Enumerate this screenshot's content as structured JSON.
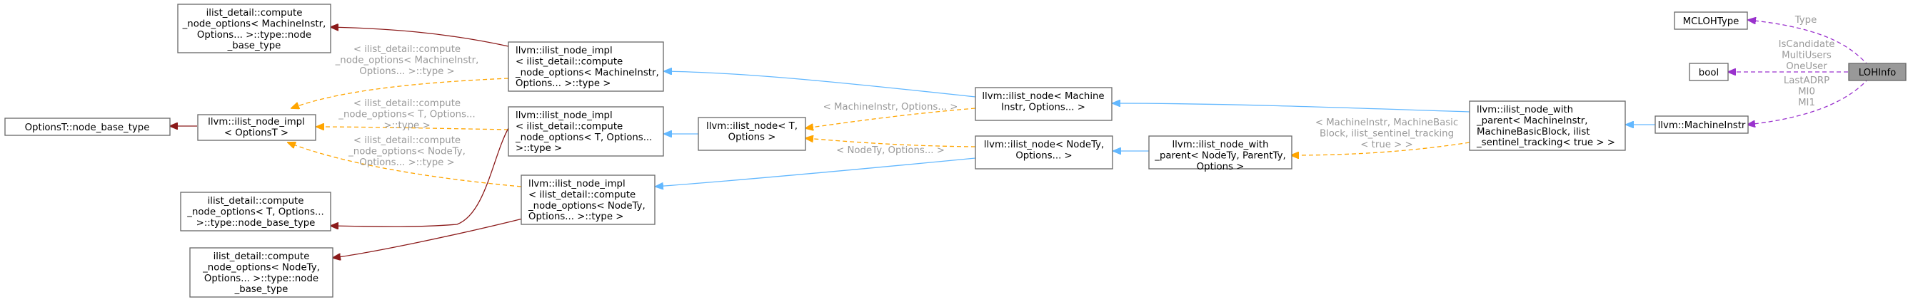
{
  "nodes": {
    "loh_info": [
      "LOHInfo"
    ],
    "mcloh_type": [
      "MCLOHType"
    ],
    "bool_type": [
      "bool"
    ],
    "machine_instr": [
      "llvm::MachineInstr"
    ],
    "node_with_parent_mi": [
      "llvm::ilist_node_with",
      "_parent< MachineInstr,",
      "MachineBasicBlock, ilist",
      "_sentinel_tracking< true > >"
    ],
    "node_with_parent_generic": [
      "llvm::ilist_node_with",
      "_parent< NodeTy, ParentTy,",
      "Options >"
    ],
    "ilist_node_mi": [
      "llvm::ilist_node< Machine",
      "Instr, Options... >"
    ],
    "ilist_node_nodety": [
      "llvm::ilist_node< NodeTy,",
      "Options... >"
    ],
    "ilist_node_t": [
      "llvm::ilist_node< T,",
      "Options >"
    ],
    "node_impl_mi": [
      "llvm::ilist_node_impl",
      "< ilist_detail::compute",
      "_node_options< MachineInstr,",
      "Options... >::type >"
    ],
    "node_impl_t": [
      "llvm::ilist_node_impl",
      "< ilist_detail::compute",
      "_node_options< T, Options...",
      ">::type >"
    ],
    "node_impl_nodety": [
      "llvm::ilist_node_impl",
      "< ilist_detail::compute",
      "_node_options< NodeTy,",
      "Options... >::type >"
    ],
    "node_impl_optionst": [
      "llvm::ilist_node_impl",
      "< OptionsT >"
    ],
    "optionst_base": [
      "OptionsT::node_base_type"
    ],
    "compute_mi_base": [
      "ilist_detail::compute",
      "_node_options< MachineInstr,",
      "Options... >::type::node",
      "_base_type"
    ],
    "compute_t_base": [
      "ilist_detail::compute",
      "_node_options< T, Options...",
      ">::type::node_base_type"
    ],
    "compute_nodety_base": [
      "ilist_detail::compute",
      "_node_options< NodeTy,",
      "Options... >::type::node",
      "_base_type"
    ]
  },
  "edge_labels": {
    "type_member": [
      "Type"
    ],
    "bool_members": [
      "IsCandidate",
      "MultiUsers",
      "OneUser"
    ],
    "mi_members": [
      "LastADRP",
      "MI0",
      "MI1"
    ],
    "tmpl_mi_basic": [
      "< MachineInstr, MachineBasic",
      "Block, ilist_sentinel_tracking",
      "< true > >"
    ],
    "tmpl_mi_options": [
      "< MachineInstr, Options... >"
    ],
    "tmpl_nodety_options": [
      "< NodeTy, Options... >"
    ],
    "tmpl_compute_mi": [
      "< ilist_detail::compute",
      "_node_options< MachineInstr,",
      "Options... >::type >"
    ],
    "tmpl_compute_t": [
      "< ilist_detail::compute",
      "_node_options< T, Options...",
      ">::type >"
    ],
    "tmpl_compute_nodety": [
      "< ilist_detail::compute",
      "_node_options< NodeTy,",
      "Options... >::type >"
    ]
  },
  "colors": {
    "public_inheritance": "#63b8ff",
    "private_inheritance": "#8b1a1a",
    "template_instance": "#ffa500",
    "usage": "#9a32cd",
    "highlight_fill": "#999999",
    "edge_label_text": "#9a9a9a"
  }
}
